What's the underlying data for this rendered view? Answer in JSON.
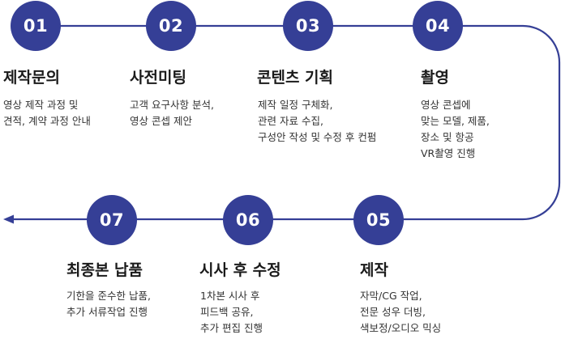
{
  "colors": {
    "accent": "#353f96",
    "line": "#353f96"
  },
  "steps": [
    {
      "number": "01",
      "title": "제작문의",
      "description": "영상 제작 과정 및\n견적, 계약 과정 안내"
    },
    {
      "number": "02",
      "title": "사전미팅",
      "description": "고객 요구사항 분석,\n영상 콘셉 제안"
    },
    {
      "number": "03",
      "title": "콘텐츠 기획",
      "description": "제작 일정 구체화,\n관련 자료 수집,\n구성안 작성 및 수정 후 컨펌"
    },
    {
      "number": "04",
      "title": "촬영",
      "description": "영상 콘셉에\n맞는 모델, 제품,\n장소 및 항공\nVR촬영 진행"
    },
    {
      "number": "05",
      "title": "제작",
      "description": "자막/CG 작업,\n전문 성우 더빙,\n색보정/오디오 믹싱"
    },
    {
      "number": "06",
      "title": "시사 후 수정",
      "description": "1차본 시사 후\n피드백 공유,\n추가 편집 진행"
    },
    {
      "number": "07",
      "title": "최종본 납품",
      "description": "기한을 준수한 납품,\n추가 서류작업 진행"
    }
  ]
}
